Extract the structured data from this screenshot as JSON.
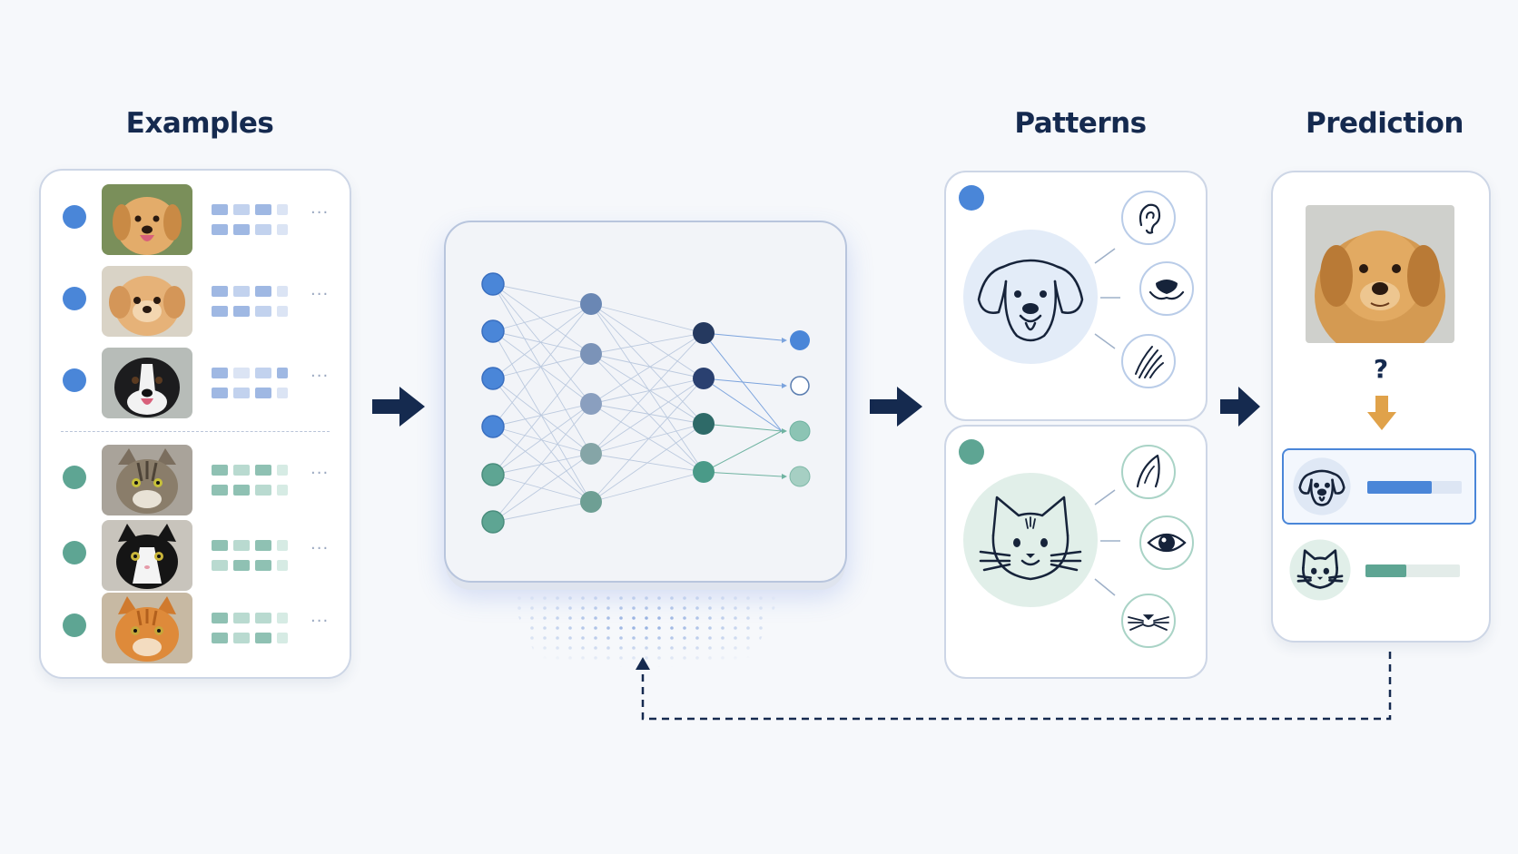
{
  "headings": {
    "examples": "Examples",
    "patterns": "Patterns",
    "prediction": "Prediction"
  },
  "prediction": {
    "question_mark": "?"
  },
  "examples": {
    "dog_rows": [
      {
        "name": "golden-retriever-puppy",
        "ellipsis": "..."
      },
      {
        "name": "fluffy-puppy",
        "ellipsis": "..."
      },
      {
        "name": "border-collie",
        "ellipsis": "..."
      }
    ],
    "cat_rows": [
      {
        "name": "tabby-cat",
        "ellipsis": "..."
      },
      {
        "name": "tuxedo-cat",
        "ellipsis": "..."
      },
      {
        "name": "orange-cat",
        "ellipsis": "..."
      }
    ]
  },
  "colors": {
    "dog": "#4a86d8",
    "cat": "#5ea593",
    "navy": "#152a4f",
    "arrow_orange": "#e0a24a"
  },
  "icons": [
    "ear-icon",
    "dog-nose-icon",
    "fur-icon",
    "pointed-ear-icon",
    "eye-icon",
    "whiskers-icon",
    "dog-face-icon",
    "cat-face-icon"
  ],
  "scores": {
    "dog": 0.68,
    "cat": 0.43
  }
}
